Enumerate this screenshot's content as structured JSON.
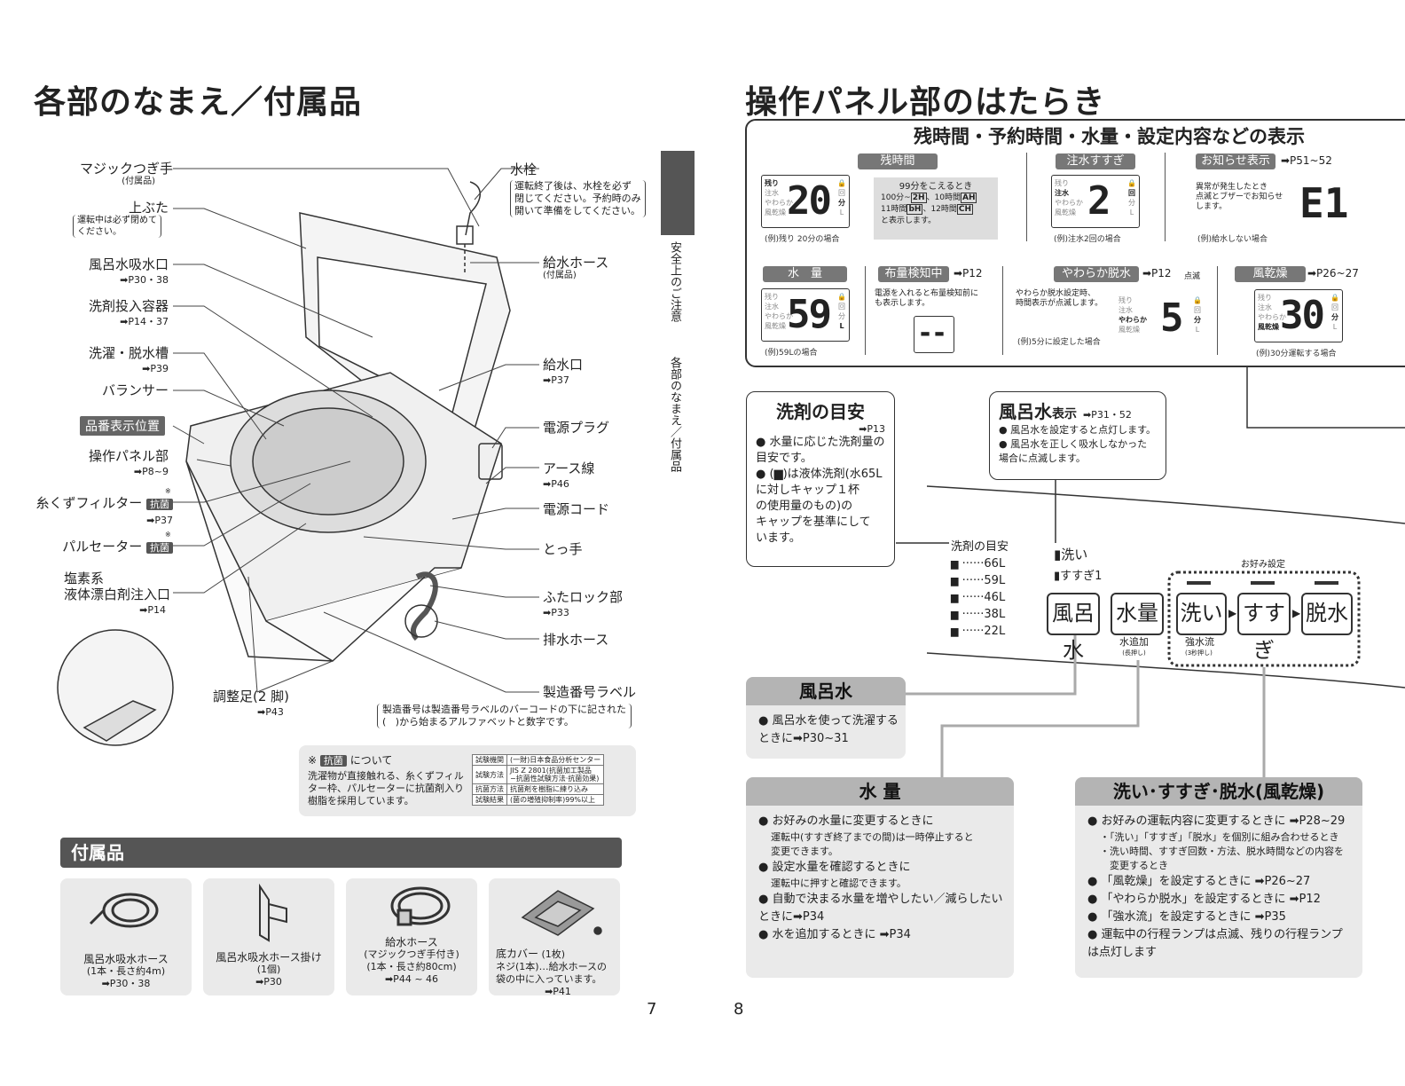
{
  "left": {
    "title": "各部のなまえ／付属品",
    "labels": {
      "magic": "マジックつぎ手",
      "magic_sub": "(付属品)",
      "lid": "上ぶた",
      "lid_note": "運転中は必ず閉めて\nください。",
      "bath": "風呂水吸水口",
      "bath_ref": "➡P30・38",
      "detergent": "洗剤投入容器",
      "detergent_ref": "➡P14・37",
      "tub": "洗濯・脱水槽",
      "tub_ref": "➡P39",
      "balancer": "バランサー",
      "model": "品番表示位置",
      "panel": "操作パネル部",
      "panel_ref": "➡P8~9",
      "filter": "糸くずフィルター",
      "filter_ref": "➡P37",
      "pulsator": "パルセーター",
      "bleach1": "塩素系",
      "bleach2": "液体漂白剤注入口",
      "bleach_ref": "➡P14",
      "feet": "調整足(2 脚)",
      "feet_ref": "➡P43",
      "tap": "水栓",
      "tap_note": "運転終了後は、水栓を必ず\n閉じてください。予約時のみ\n開いて準備をしてください。",
      "hose": "給水ホース",
      "hose_sub": "(付属品)",
      "inlet": "給水口",
      "inlet_ref": "➡P37",
      "plug": "電源プラグ",
      "earth": "アース線",
      "earth_ref": "➡P46",
      "cord": "電源コード",
      "handle": "とっ手",
      "lock": "ふたロック部",
      "lock_ref": "➡P33",
      "drain": "排水ホース",
      "serial": "製造番号ラベル",
      "serial_note": "製造番号は製造番号ラベルのバーコードの下に記された\n(   )から始まるアルファベットと数字です。",
      "kin": "抗菌",
      "star": "※"
    },
    "antibac": {
      "head1": "※",
      "kin": "抗菌",
      "head2": "について",
      "body": "洗濯物が直接触れる、糸くずフィル\nター枠、パルセーターに抗菌剤入り\n樹脂を採用しています。",
      "rows": [
        [
          "試験機関",
          "(一財)日本食品分析センター"
        ],
        [
          "試験方法",
          "JIS Z 2801(抗菌加工製品\n−抗菌性試験方法·抗菌効果)"
        ],
        [
          "抗菌方法",
          "抗菌剤を樹脂に練り込み"
        ],
        [
          "試験結果",
          "(菌の増殖抑制率)99%以上"
        ]
      ]
    },
    "accessories": {
      "title": "付属品",
      "items": [
        {
          "name": "風呂水吸水ホース",
          "detail": "(1本・長さ約4m)",
          "ref": "➡P30・38"
        },
        {
          "name": "風呂水吸水ホース掛け",
          "detail": "(1個)",
          "ref": "➡P30"
        },
        {
          "name": "給水ホース",
          "detail": "(マジックつぎ手付き)",
          "detail2": "(1本・長さ約80cm)",
          "ref": "➡P44 ~ 46"
        },
        {
          "name": "底カバー",
          "detail": "(1枚)",
          "detail2": "ネジ(1本)…給水ホースの",
          "detail3": "袋の中に入っています。",
          "ref": "➡P41"
        }
      ]
    },
    "page_no": "7",
    "side_tab": "安全上のご注意",
    "side_tab2": "各部のなまえ／付属品"
  },
  "right": {
    "title": "操作パネル部のはたらき",
    "display_title": "残時間・予約時間・水量・設定内容などの表示",
    "remain": {
      "label": "残時間",
      "digits": "20",
      "side": [
        "残り",
        "注水",
        "やわらか",
        "風乾燥"
      ],
      "right": [
        "🔒",
        "回",
        "分",
        "L"
      ],
      "cap": "(例)残り 20分の場合",
      "note_title": "99分をこえるとき",
      "note_l1": "100分~",
      "note_l2": "、10時間",
      "note_l3": "11時間",
      "note_l4": "、12時間",
      "note_l5": "と表示します。"
    },
    "rinse": {
      "label": "注水すすぎ",
      "digits": "2",
      "cap": "(例)注水2回の場合"
    },
    "notice": {
      "label": "お知らせ表示",
      "ref": "➡P51~52",
      "text": "異常が発生したとき\n点滅とブザーでお知らせ\nします。",
      "digits": "E1",
      "cap": "(例)給水しない場合"
    },
    "water": {
      "label": "水　量",
      "digits": "59",
      "cap": "(例)59Lの場合"
    },
    "detect": {
      "label": "布量検知中",
      "ref": "➡P12",
      "text": "電源を入れると布量検知前に\nも表示します。",
      "digits": "--"
    },
    "soft": {
      "label": "やわらか脱水",
      "ref": "➡P12",
      "blink": "点滅",
      "text": "やわらか脱水設定時、\n時間表示が点滅します。",
      "digits": "5",
      "cap": "(例)5分に設定した場合"
    },
    "airdry": {
      "label": "風乾燥",
      "ref": "➡P26~27",
      "digits": "30",
      "cap": "(例)30分運転する場合"
    },
    "guide": {
      "title": "洗剤の目安",
      "ref": "➡P13",
      "b1": "水量に応じた洗剤量の\n目安です。",
      "b2": "は液体洗剤(水65L\nに対しキャップ１杯\nの使用量のもの)の\nキャップを基準にして\nいます。"
    },
    "bathshow": {
      "title": "風呂水",
      "title2": "表示",
      "ref": "➡P31・52",
      "b1": "風呂水を設定すると点灯します。",
      "b2": "風呂水を正しく吸水しなかった\n場合に点滅します。"
    },
    "scale": {
      "title": "洗剤の目安",
      "rows": [
        "66L",
        "59L",
        "46L",
        "38L",
        "22L"
      ]
    },
    "lamps": {
      "wash": "洗い",
      "rinse": "すすぎ1"
    },
    "buttons": {
      "bath": "風呂水",
      "water": "水量",
      "wash": "洗い",
      "rinse": "すすぎ",
      "spin": "脱水",
      "fav": "お好み設定",
      "add": "水追加",
      "add_sub": "(長押し)",
      "strong": "強水流",
      "strong_sub": "(3秒押し)"
    },
    "bathbox": {
      "title": "風呂水",
      "b1": "風呂水を使って洗濯する\nときに",
      "ref": "➡P30~31"
    },
    "waterbox": {
      "title": "水 量",
      "items": [
        {
          "t": "お好みの水量に変更するときに",
          "s": "運転中(すすぎ終了までの間)は一時停止すると\n変更できます。"
        },
        {
          "t": "設定水量を確認するときに",
          "s": "運転中に押すと確認できます。"
        },
        {
          "t": "自動で決まる水量を増やしたい／減らしたい\nときに➡P34",
          "s": ""
        },
        {
          "t": "水を追加するときに ➡P34",
          "s": ""
        }
      ]
    },
    "washbox": {
      "title": "洗い･すすぎ･脱水(風乾燥)",
      "items": [
        {
          "t": "お好みの運転内容に変更するときに ➡P28~29",
          "s": "・「洗い」「すすぎ」「脱水」を個別に組み合わせるとき\n・洗い時間、すすぎ回数・方法、脱水時間などの内容を\n　変更するとき"
        },
        {
          "t": "「風乾燥」を設定するときに ➡P26~27",
          "s": ""
        },
        {
          "t": "「やわらか脱水」を設定するときに ➡P12",
          "s": ""
        },
        {
          "t": "「強水流」を設定するときに ➡P35",
          "s": ""
        },
        {
          "t": "運転中の行程ランプは点滅、残りの行程ランプ\nは点灯します",
          "s": ""
        }
      ]
    },
    "page_no": "8"
  }
}
